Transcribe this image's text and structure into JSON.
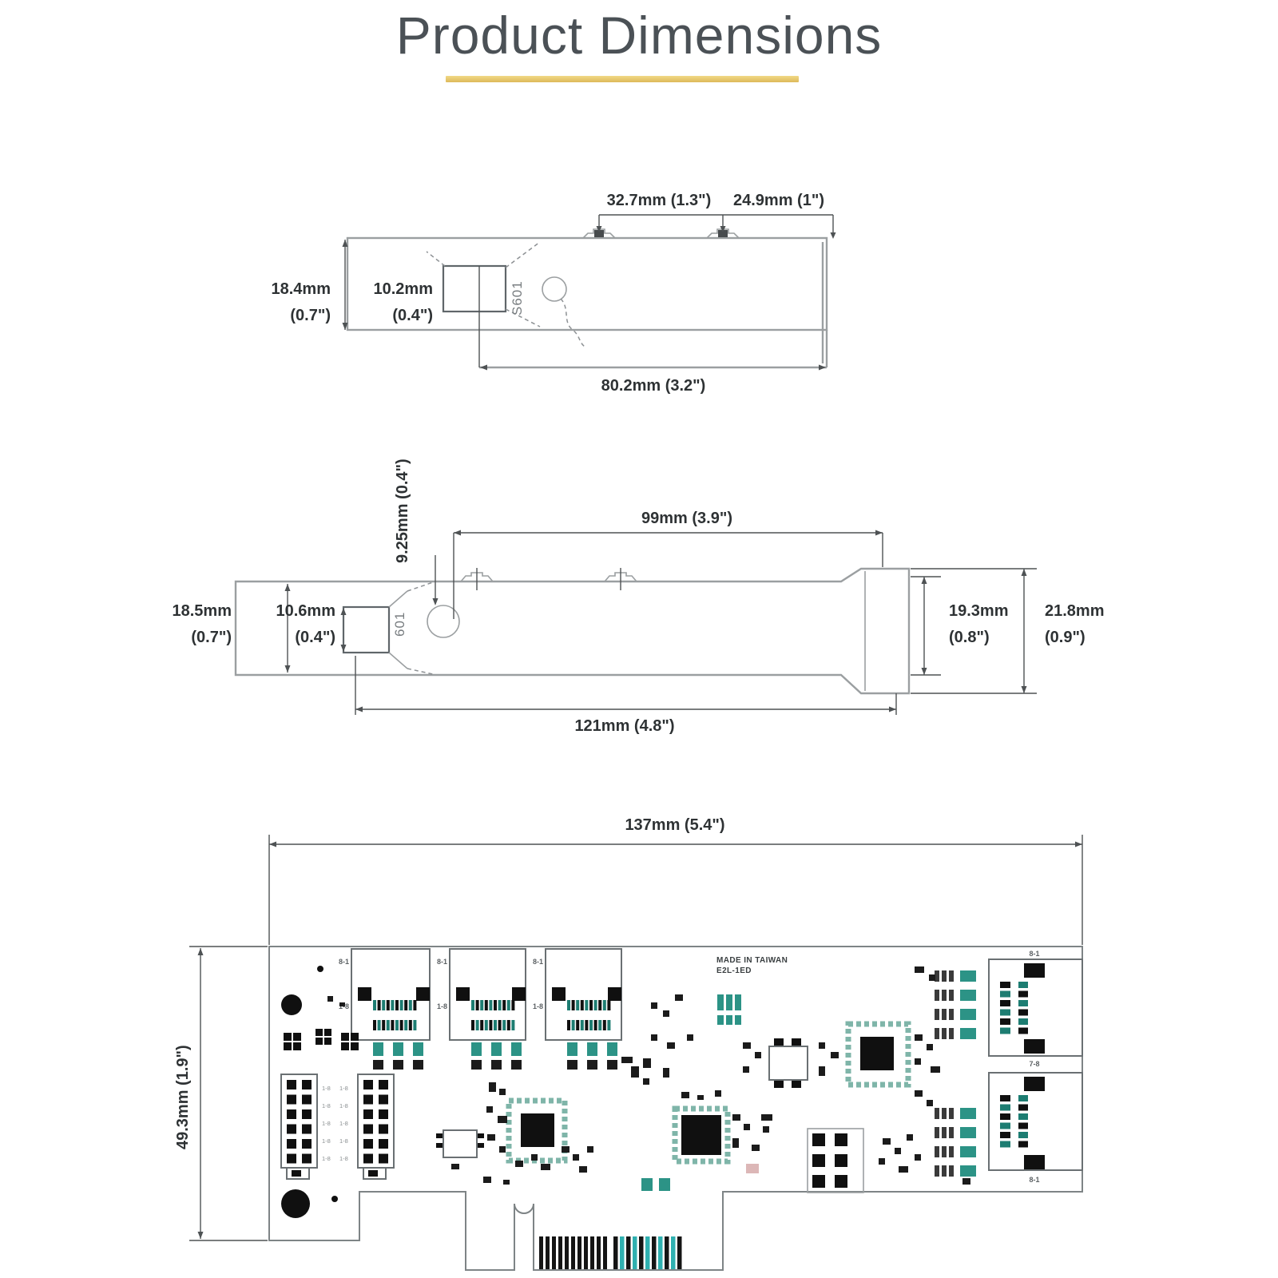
{
  "page": {
    "title": "Product Dimensions"
  },
  "bracket_side_view": {
    "dim_tab_spacing": "32.7mm (1.3\")",
    "dim_tab_to_end": "24.9mm (1\")",
    "dim_height_mm": "18.4mm",
    "dim_height_in": "(0.7\")",
    "dim_port_mm": "10.2mm",
    "dim_port_in": "(0.4\")",
    "dim_length": "80.2mm (3.2\")",
    "marking": "S601"
  },
  "bracket_full_view": {
    "dim_hole_offset": "9.25mm (0.4\")",
    "dim_body_length": "99mm (3.9\")",
    "dim_height_mm": "18.5mm",
    "dim_height_in": "(0.7\")",
    "dim_port_mm": "10.6mm",
    "dim_port_in": "(0.4\")",
    "dim_end_inner_mm": "19.3mm",
    "dim_end_inner_in": "(0.8\")",
    "dim_end_outer_mm": "21.8mm",
    "dim_end_outer_in": "(0.9\")",
    "dim_total_length": "121mm (4.8\")",
    "marking": "601"
  },
  "pcb_view": {
    "dim_width": "137mm (5.4\")",
    "dim_height": "49.3mm (1.9\")",
    "silkscreen_line1": "MADE IN TAIWAN",
    "silkscreen_line2": "E2L-1ED",
    "pin_label_8_1": "8-1",
    "pin_label_1_8": "1-8",
    "pin_label_7_8": "7-8"
  }
}
